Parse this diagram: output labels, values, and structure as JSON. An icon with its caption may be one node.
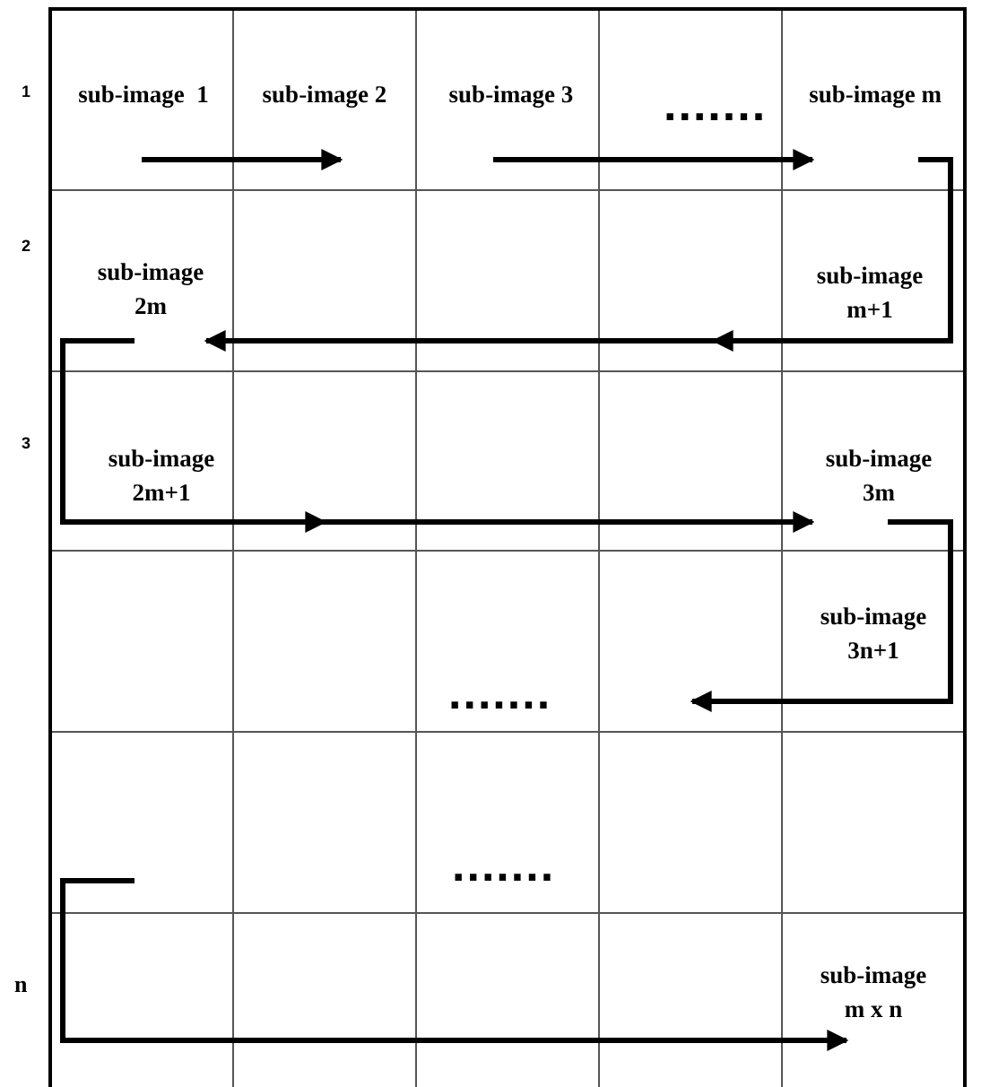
{
  "diagram": {
    "nodes": [
      {
        "text": [
          "sub-image  1"
        ]
      },
      {
        "text": [
          "sub-image 2"
        ]
      },
      {
        "text": [
          "sub-image 3"
        ]
      },
      {
        "text": [
          "sub-image m"
        ]
      },
      {
        "text": [
          "sub-image m+1"
        ]
      },
      {
        "text": [
          "sub-image 2m"
        ]
      },
      {
        "text": [
          "sub-image 2m+1"
        ]
      },
      {
        "text": [
          "sub-image 3m"
        ]
      },
      {
        "text": [
          "sub-image 3n+1"
        ]
      },
      {
        "text": [
          "sub-image m x n"
        ]
      }
    ],
    "edges": [
      {
        "from": 0,
        "to": 1,
        "arrow": "to"
      },
      {
        "from": 2,
        "to": 3,
        "arrow": "to"
      },
      {
        "from": 3,
        "to": 4,
        "arrow": "to"
      },
      {
        "from": 4,
        "to": 5,
        "arrow": "to"
      },
      {
        "from": 5,
        "to": 6,
        "arrow": "to"
      },
      {
        "from": 6,
        "to": 7,
        "arrow": "to"
      },
      {
        "from": 7,
        "to": 8,
        "arrow": "to"
      },
      {
        "from": null,
        "to": 9,
        "arrow": "to"
      }
    ],
    "labels": [
      "1",
      ".......",
      "2",
      "3",
      ".......",
      ".......",
      "n"
    ]
  }
}
